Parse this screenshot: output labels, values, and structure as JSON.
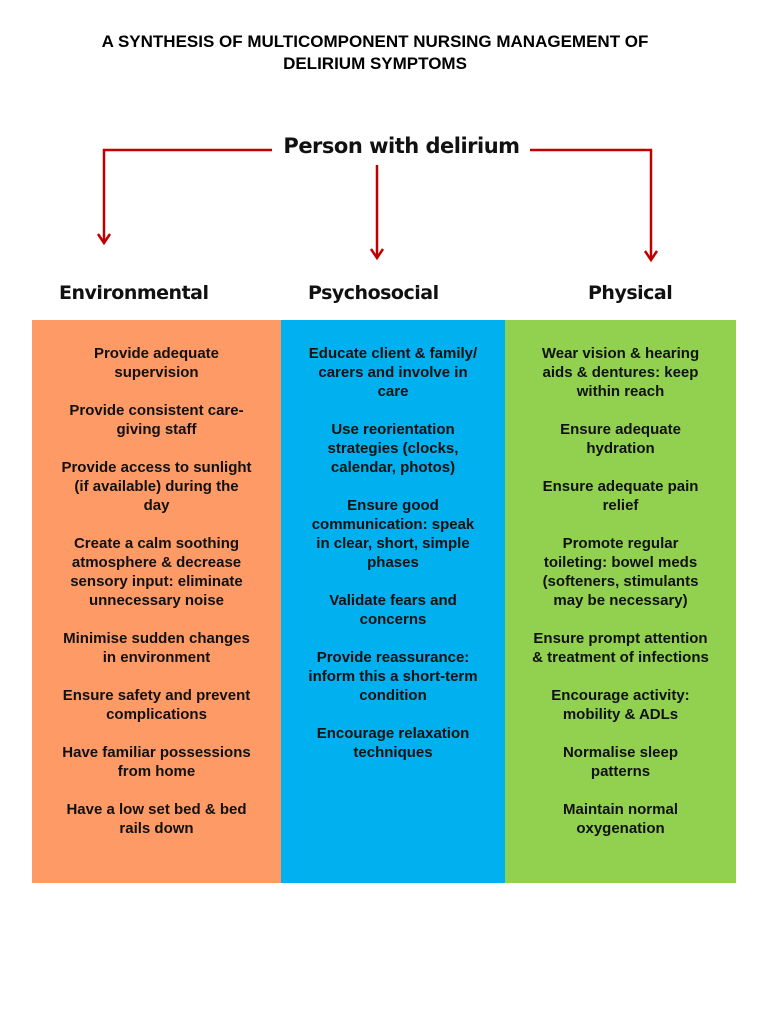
{
  "title": "A SYNTHESIS OF MULTICOMPONENT NURSING MANAGEMENT OF\nDELIRIUM SYMPTOMS",
  "root": "Person with delirium",
  "colors": {
    "arrow": "#c00000",
    "environmental": "#fe9a66",
    "psychosocial": "#00b0ef",
    "physical": "#92d14f"
  },
  "categories": [
    {
      "name": "Environmental",
      "items": [
        "Provide adequate\nsupervision",
        "Provide consistent care-\ngiving staff",
        "Provide access to sunlight\n(if available) during the\nday",
        "Create a calm soothing\natmosphere & decrease\nsensory input: eliminate\nunnecessary noise",
        "Minimise sudden changes\nin environment",
        "Ensure safety and prevent\ncomplications",
        "Have familiar possessions\nfrom home",
        "Have a low set bed & bed\nrails down"
      ]
    },
    {
      "name": "Psychosocial",
      "items": [
        "Educate client & family/\ncarers and involve in\ncare",
        "Use reorientation\nstrategies (clocks,\ncalendar, photos)",
        "Ensure good\ncommunication: speak\nin clear, short, simple\nphases",
        "Validate fears and\nconcerns",
        "Provide reassurance:\ninform this a short-term\ncondition",
        "Encourage relaxation\ntechniques"
      ]
    },
    {
      "name": "Physical",
      "items": [
        "Wear vision & hearing\naids & dentures: keep\nwithin reach",
        "Ensure adequate\nhydration",
        "Ensure adequate pain\nrelief",
        "Promote regular\ntoileting: bowel meds\n(softeners, stimulants\nmay be necessary)",
        "Ensure prompt attention\n& treatment of infections",
        "Encourage activity:\nmobility & ADLs",
        "Normalise sleep\npatterns",
        "Maintain normal\noxygenation"
      ]
    }
  ]
}
